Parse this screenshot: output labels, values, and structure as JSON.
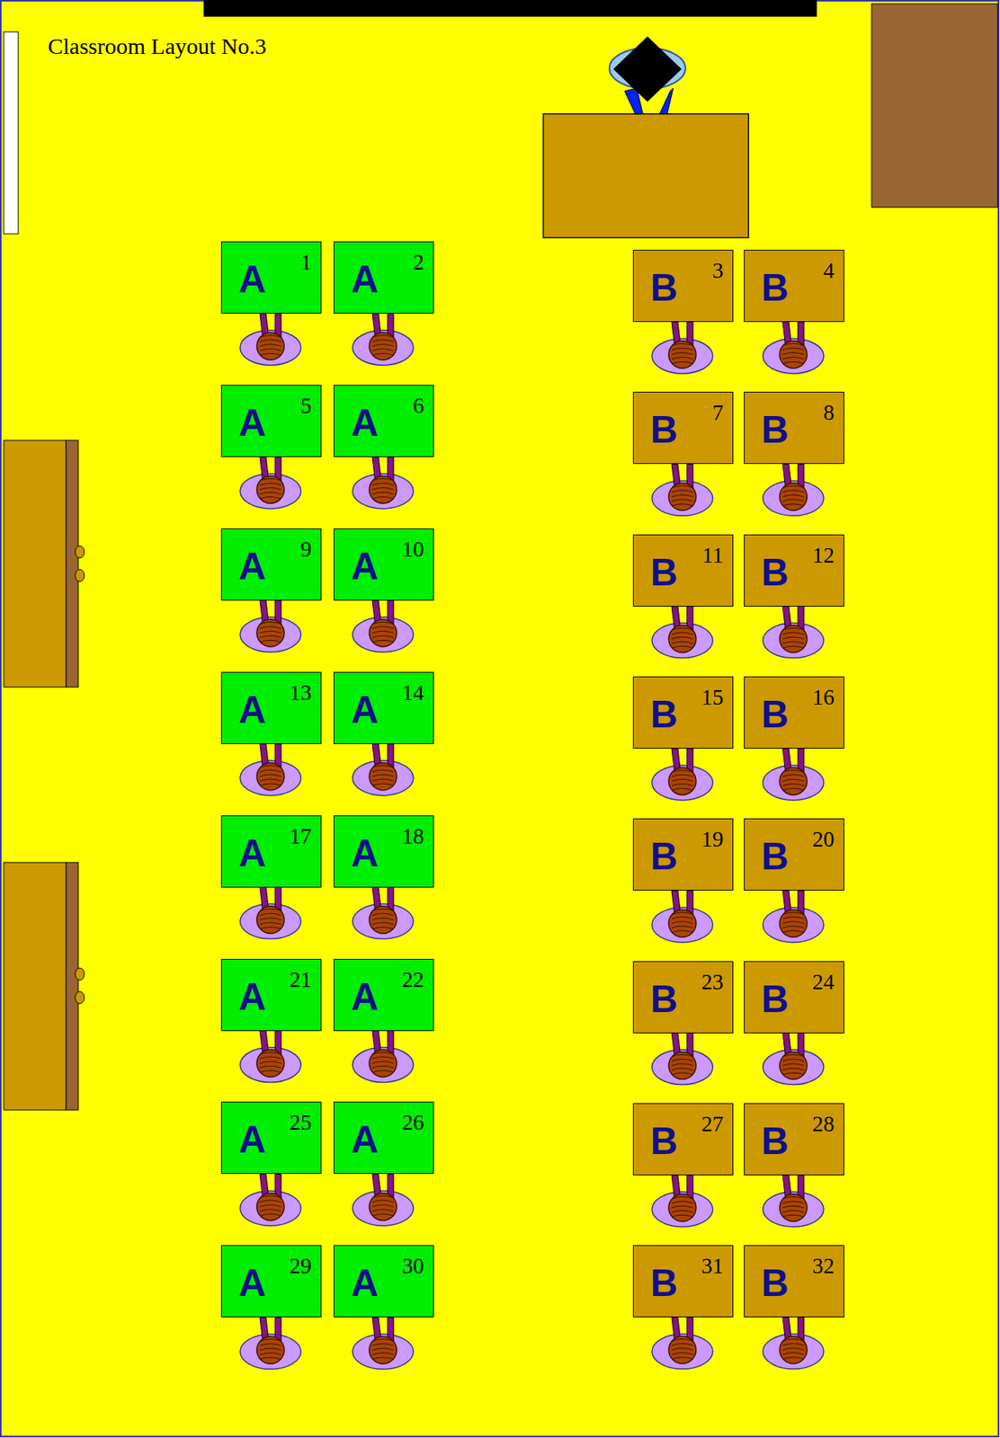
{
  "diagram": {
    "title": "Classroom Layout No.3",
    "nodes": [
      {
        "text": [
          "A",
          "1"
        ]
      },
      {
        "text": [
          "A",
          "2"
        ]
      },
      {
        "text": [
          "B",
          "3"
        ]
      },
      {
        "text": [
          "B",
          "4"
        ]
      },
      {
        "text": [
          "A",
          "5"
        ]
      },
      {
        "text": [
          "A",
          "6"
        ]
      },
      {
        "text": [
          "B",
          "7"
        ]
      },
      {
        "text": [
          "B",
          "8"
        ]
      },
      {
        "text": [
          "A",
          "9"
        ]
      },
      {
        "text": [
          "A",
          "10"
        ]
      },
      {
        "text": [
          "B",
          "11"
        ]
      },
      {
        "text": [
          "B",
          "12"
        ]
      },
      {
        "text": [
          "A",
          "13"
        ]
      },
      {
        "text": [
          "A",
          "14"
        ]
      },
      {
        "text": [
          "B",
          "15"
        ]
      },
      {
        "text": [
          "B",
          "16"
        ]
      },
      {
        "text": [
          "A",
          "17"
        ]
      },
      {
        "text": [
          "A",
          "18"
        ]
      },
      {
        "text": [
          "B",
          "19"
        ]
      },
      {
        "text": [
          "B",
          "20"
        ]
      },
      {
        "text": [
          "A",
          "21"
        ]
      },
      {
        "text": [
          "A",
          "22"
        ]
      },
      {
        "text": [
          "B",
          "23"
        ]
      },
      {
        "text": [
          "B",
          "24"
        ]
      },
      {
        "text": [
          "A",
          "25"
        ]
      },
      {
        "text": [
          "A",
          "26"
        ]
      },
      {
        "text": [
          "B",
          "27"
        ]
      },
      {
        "text": [
          "B",
          "28"
        ]
      },
      {
        "text": [
          "A",
          "29"
        ]
      },
      {
        "text": [
          "A",
          "30"
        ]
      },
      {
        "text": [
          "B",
          "31"
        ]
      },
      {
        "text": [
          "B",
          "32"
        ]
      }
    ]
  }
}
